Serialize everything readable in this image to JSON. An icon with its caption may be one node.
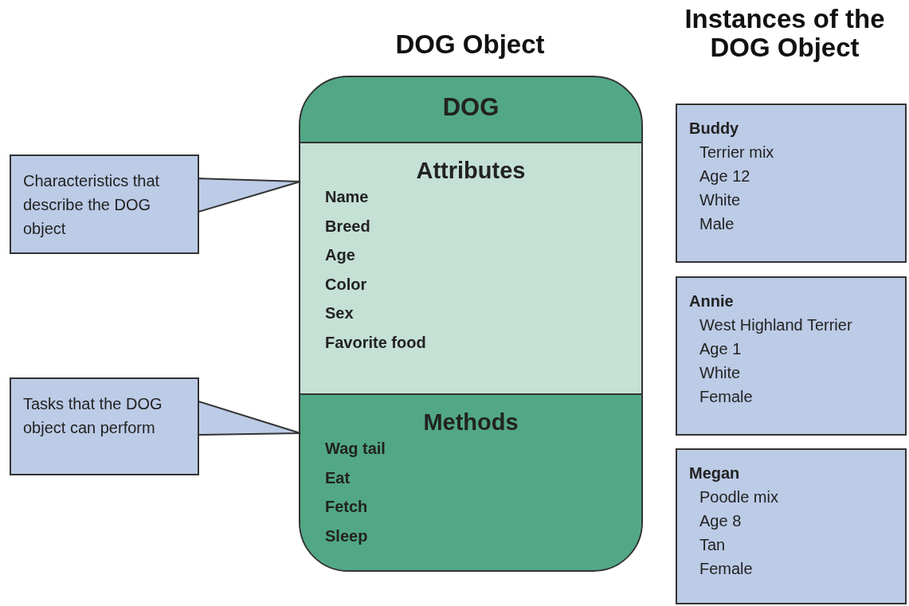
{
  "diagram": {
    "nodes": [
      {
        "text": [
          "DOG"
        ]
      },
      {
        "text": [
          "Attributes",
          "Name",
          "Breed",
          "Age",
          "Color",
          "Sex",
          "Favorite food"
        ],
        "in": 0
      },
      {
        "text": [
          "Methods",
          "Wag tail",
          "Eat",
          "Fetch",
          "Sleep"
        ],
        "in": 0
      },
      {
        "text": [
          "Characteristics that describe the DOG object"
        ]
      },
      {
        "text": [
          "Tasks that the DOG object can perform"
        ]
      },
      {
        "text": [
          "Buddy",
          "Terrier mix",
          "Age 12",
          "White",
          "Male"
        ]
      },
      {
        "text": [
          "Annie",
          "West Highland Terrier",
          "Age 1",
          "White",
          "Female"
        ]
      },
      {
        "text": [
          "Megan",
          "Poodle mix",
          "Age 8",
          "Tan",
          "Female"
        ]
      }
    ],
    "edges": [
      {
        "from": 3,
        "to": 1,
        "arrow": "none"
      },
      {
        "from": 4,
        "to": 2,
        "arrow": "none"
      }
    ],
    "labels": [
      "DOG Object",
      "Instances of the DOG Object"
    ]
  }
}
